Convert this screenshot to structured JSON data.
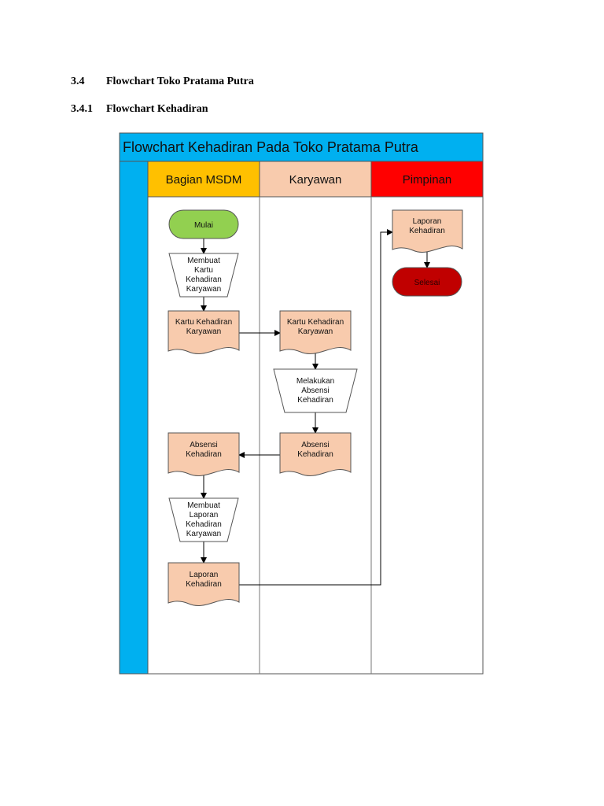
{
  "document": {
    "section": {
      "number": "3.4",
      "title": "Flowchart Toko Pratama Putra"
    },
    "subsection": {
      "number": "3.4.1",
      "title": "Flowchart Kehadiran"
    }
  },
  "flowchart": {
    "title": "Flowchart Kehadiran Pada Toko Pratama Putra",
    "lanes": [
      {
        "label": "Bagian MSDM",
        "color": "#ffc000"
      },
      {
        "label": "Karyawan",
        "color": "#f8cbad"
      },
      {
        "label": "Pimpinan",
        "color": "#ff0000"
      }
    ],
    "colors": {
      "title_bar": "#00b0f0",
      "start": "#92d050",
      "end": "#c00000",
      "document": "#f8cbad",
      "manual_operation": "#ffffff"
    },
    "nodes": {
      "mulai": {
        "lines": [
          "Mulai"
        ]
      },
      "membuat_kartu": {
        "lines": [
          "Membuat",
          "Kartu",
          "Kehadiran",
          "Karyawan"
        ]
      },
      "kartu_msdm": {
        "lines": [
          "Kartu Kehadiran",
          "Karyawan"
        ]
      },
      "kartu_karyawan": {
        "lines": [
          "Kartu Kehadiran",
          "Karyawan"
        ]
      },
      "melakukan_absensi": {
        "lines": [
          "Melakukan",
          "Absensi",
          "Kehadiran"
        ]
      },
      "absensi_karyawan": {
        "lines": [
          "Absensi",
          "Kehadiran"
        ]
      },
      "absensi_msdm": {
        "lines": [
          "Absensi",
          "Kehadiran"
        ]
      },
      "membuat_laporan": {
        "lines": [
          "Membuat",
          "Laporan",
          "Kehadiran",
          "Karyawan"
        ]
      },
      "laporan_msdm": {
        "lines": [
          "Laporan",
          "Kehadiran"
        ]
      },
      "laporan_pimpinan": {
        "lines": [
          "Laporan",
          "Kehadiran"
        ]
      },
      "selesai": {
        "lines": [
          "Selesai"
        ]
      }
    }
  }
}
